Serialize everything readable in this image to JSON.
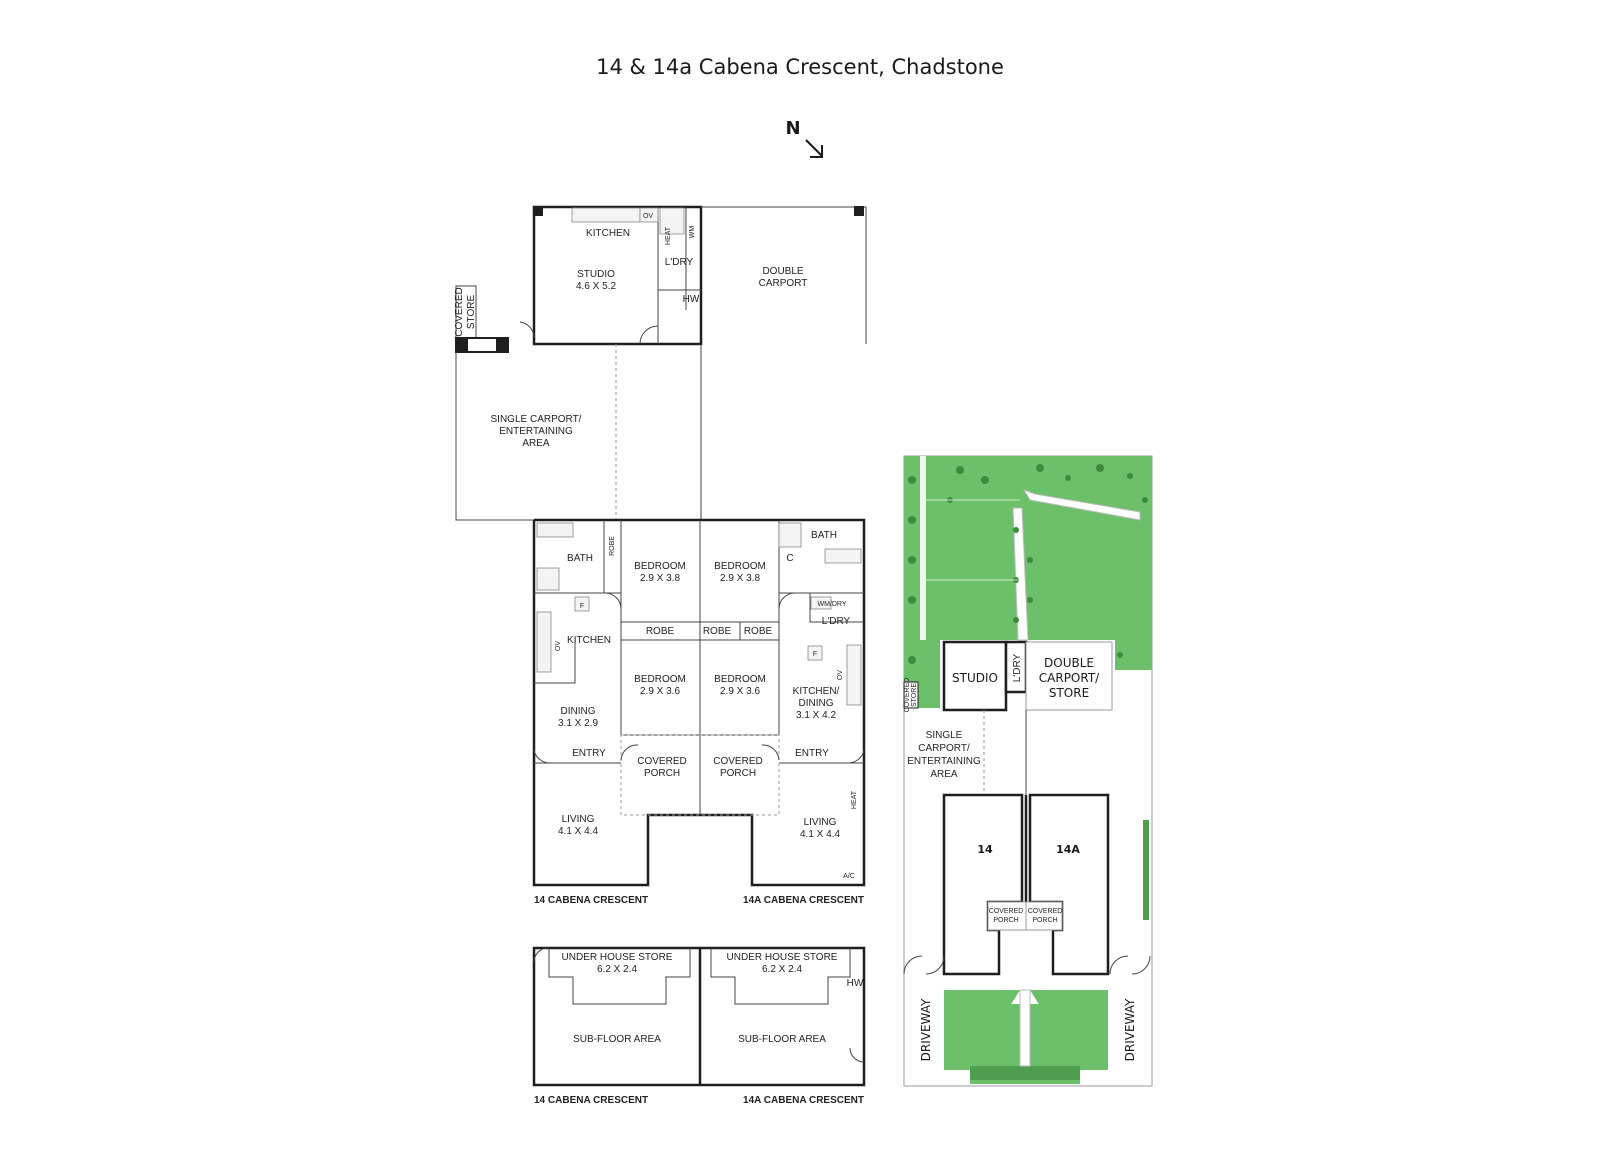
{
  "title": "14 & 14a Cabena Crescent, Chadstone",
  "north_label": "N",
  "outbuilding": {
    "kitchen": "KITCHEN",
    "oven": "OV",
    "heat": "HEAT",
    "wm": "WM",
    "laundry": "L'DRY",
    "hw": "HW",
    "studio": "STUDIO",
    "studio_dims": "4.6 X 5.2",
    "double_carport_1": "DOUBLE",
    "double_carport_2": "CARPORT",
    "covered_store_1": "COVERED",
    "covered_store_2": "STORE",
    "single_carport_1": "SINGLE CARPORT/",
    "single_carport_2": "ENTERTAINING",
    "single_carport_3": "AREA"
  },
  "unit14": {
    "bath": "BATH",
    "robe": "ROBE",
    "bedroom1": "BEDROOM",
    "bedroom1_dims": "2.9 X 3.8",
    "fridge": "F",
    "kitchen": "KITCHEN",
    "oven": "OV",
    "robe2": "ROBE",
    "bedroom2": "BEDROOM",
    "bedroom2_dims": "2.9 X 3.6",
    "dining": "DINING",
    "dining_dims": "3.1 X 2.9",
    "entry": "ENTRY",
    "porch_1": "COVERED",
    "porch_2": "PORCH",
    "living": "LIVING",
    "living_dims": "4.1 X 4.4",
    "caption": "14 CABENA CRESCENT"
  },
  "unit14a": {
    "bath": "BATH",
    "cupboard": "C",
    "bedroom1": "BEDROOM",
    "bedroom1_dims": "2.9 X 3.8",
    "wm_dry": "WM/DRY",
    "laundry": "L'DRY",
    "robe_a": "ROBE",
    "robe_b": "ROBE",
    "fridge": "F",
    "oven": "OV",
    "kitchen_1": "KITCHEN/",
    "kitchen_2": "DINING",
    "kitchen_dims": "3.1 X 4.2",
    "bedroom2": "BEDROOM",
    "bedroom2_dims": "2.9 X 3.6",
    "entry": "ENTRY",
    "porch_1": "COVERED",
    "porch_2": "PORCH",
    "heat": "HEAT",
    "living": "LIVING",
    "living_dims": "4.1 X 4.4",
    "ac": "A/C",
    "caption": "14A CABENA CRESCENT"
  },
  "subfloor": {
    "store_left": "UNDER HOUSE STORE",
    "store_left_dims": "6.2 X 2.4",
    "store_right": "UNDER HOUSE STORE",
    "store_right_dims": "6.2 X 2.4",
    "hw": "HW",
    "area_left": "SUB-FLOOR AREA",
    "area_right": "SUB-FLOOR AREA",
    "caption_left": "14 CABENA CRESCENT",
    "caption_right": "14A CABENA CRESCENT"
  },
  "siteplan": {
    "studio": "STUDIO",
    "laundry": "L'DRY",
    "double_1": "DOUBLE",
    "double_2": "CARPORT/",
    "double_3": "STORE",
    "covered_store_1": "COVERED",
    "covered_store_2": "STORE",
    "single_1": "SINGLE",
    "single_2": "CARPORT/",
    "single_3": "ENTERTAINING",
    "single_4": "AREA",
    "unit_left": "14",
    "unit_right": "14A",
    "porch_left_1": "COVERED",
    "porch_left_2": "PORCH",
    "porch_right_1": "COVERED",
    "porch_right_2": "PORCH",
    "driveway_left": "DRIVEWAY",
    "driveway_right": "DRIVEWAY"
  },
  "colors": {
    "lawn": "#6cc06a",
    "walls": "#1e1e1e"
  }
}
